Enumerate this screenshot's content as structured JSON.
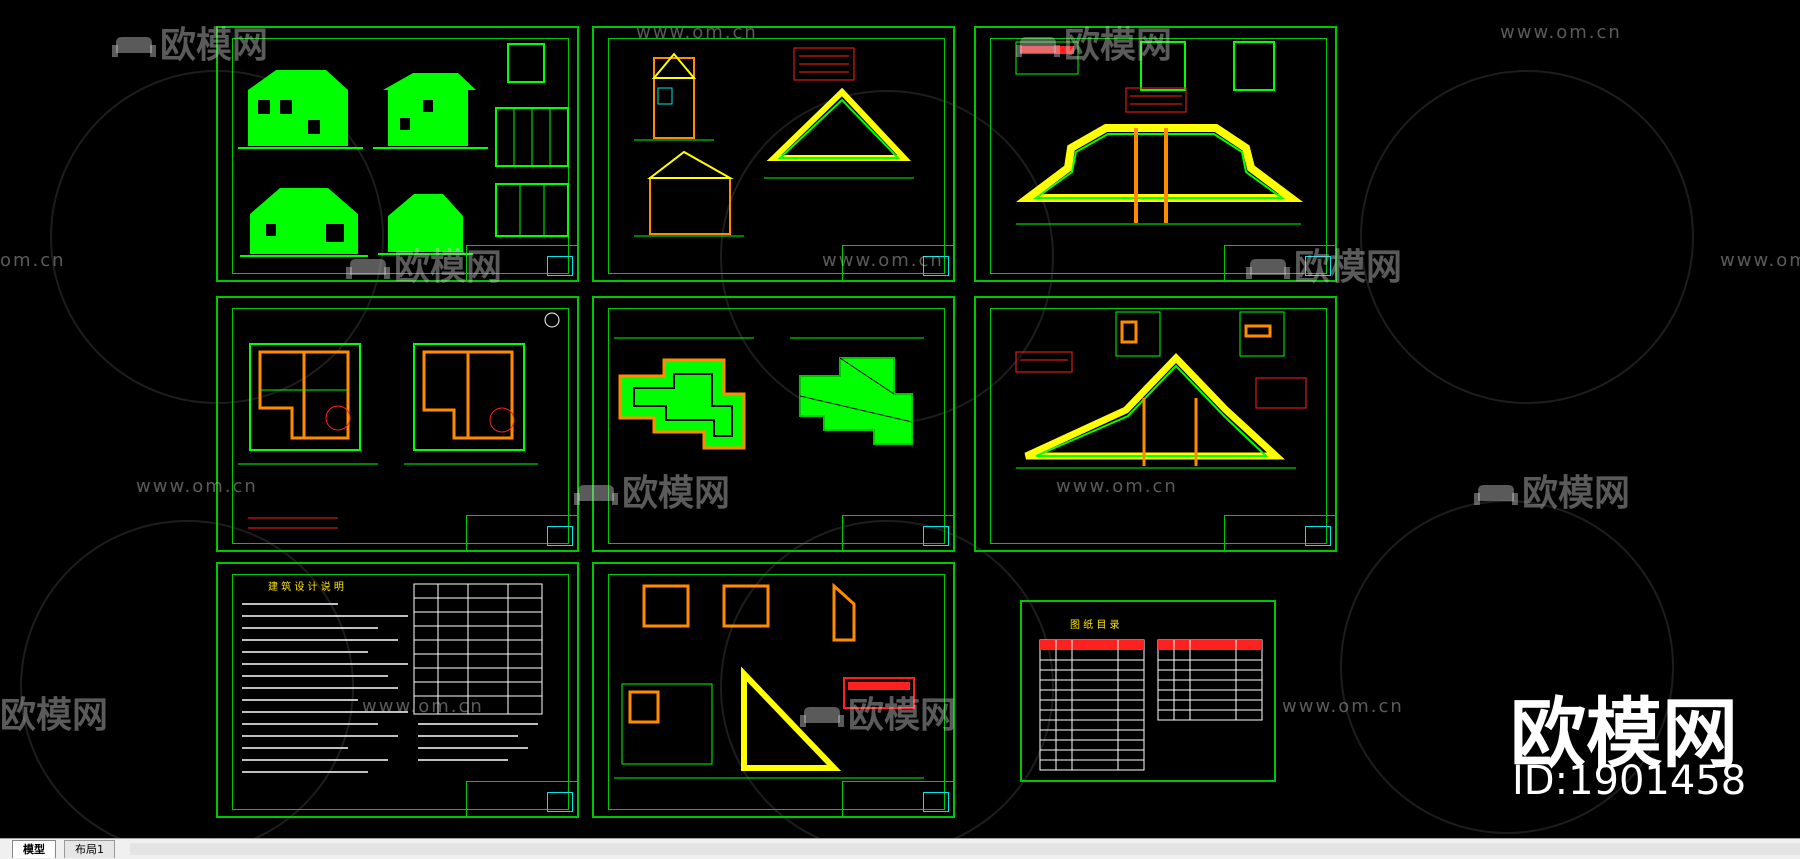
{
  "watermarks": {
    "url": "www.om.cn",
    "url_left": "om.cn",
    "brand_cn": "欧模网",
    "brand_partial": "欧模网"
  },
  "overlay": {
    "brand": "欧模网",
    "id": "ID:1901458"
  },
  "tabs": [
    {
      "label": "模型"
    },
    {
      "label": "布局1"
    }
  ],
  "drawing_index": {
    "title": "图 纸 目 录"
  },
  "design_notes": {
    "title": "建 筑 设 计 说 明"
  },
  "colors": {
    "frame": "#00c800",
    "fill": "#00ff00",
    "accent_yellow": "#ffff00",
    "accent_red": "#ff2020",
    "accent_cyan": "#00e5e5",
    "accent_orange": "#ff8c00"
  },
  "icons": {
    "brand_logo": "sofa-logo-icon"
  }
}
